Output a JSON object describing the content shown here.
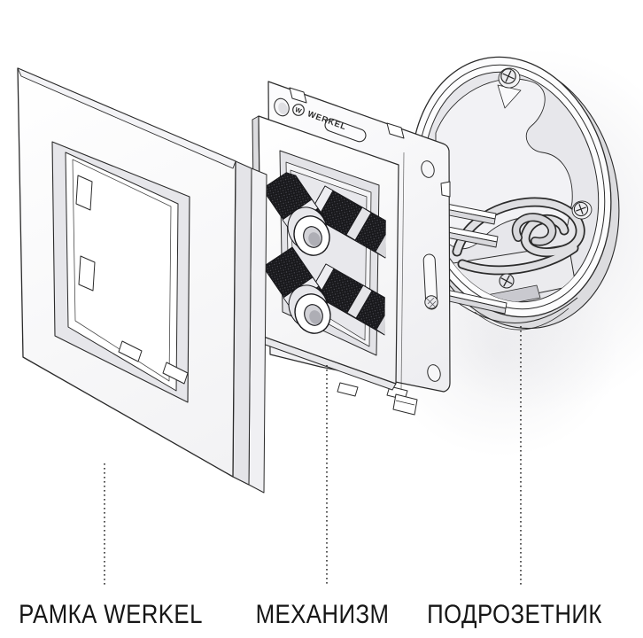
{
  "diagram": {
    "kind": "exploded-view-illustration",
    "parts": [
      {
        "name": "frame",
        "label": "РАМКА WERKEL"
      },
      {
        "name": "mechanism",
        "label": "МЕХАНИЗМ"
      },
      {
        "name": "socket-box",
        "label": "ПОДРОЗЕТНИК"
      }
    ],
    "logo": {
      "mark": "W",
      "text": "WERKEL"
    },
    "colors": {
      "line": "#2b2b2b",
      "background": "#ffffff",
      "shade_light": "#ececef",
      "shade_mid": "#dcdcdf",
      "post_black": "#17171a",
      "label_text": "#161616"
    }
  }
}
